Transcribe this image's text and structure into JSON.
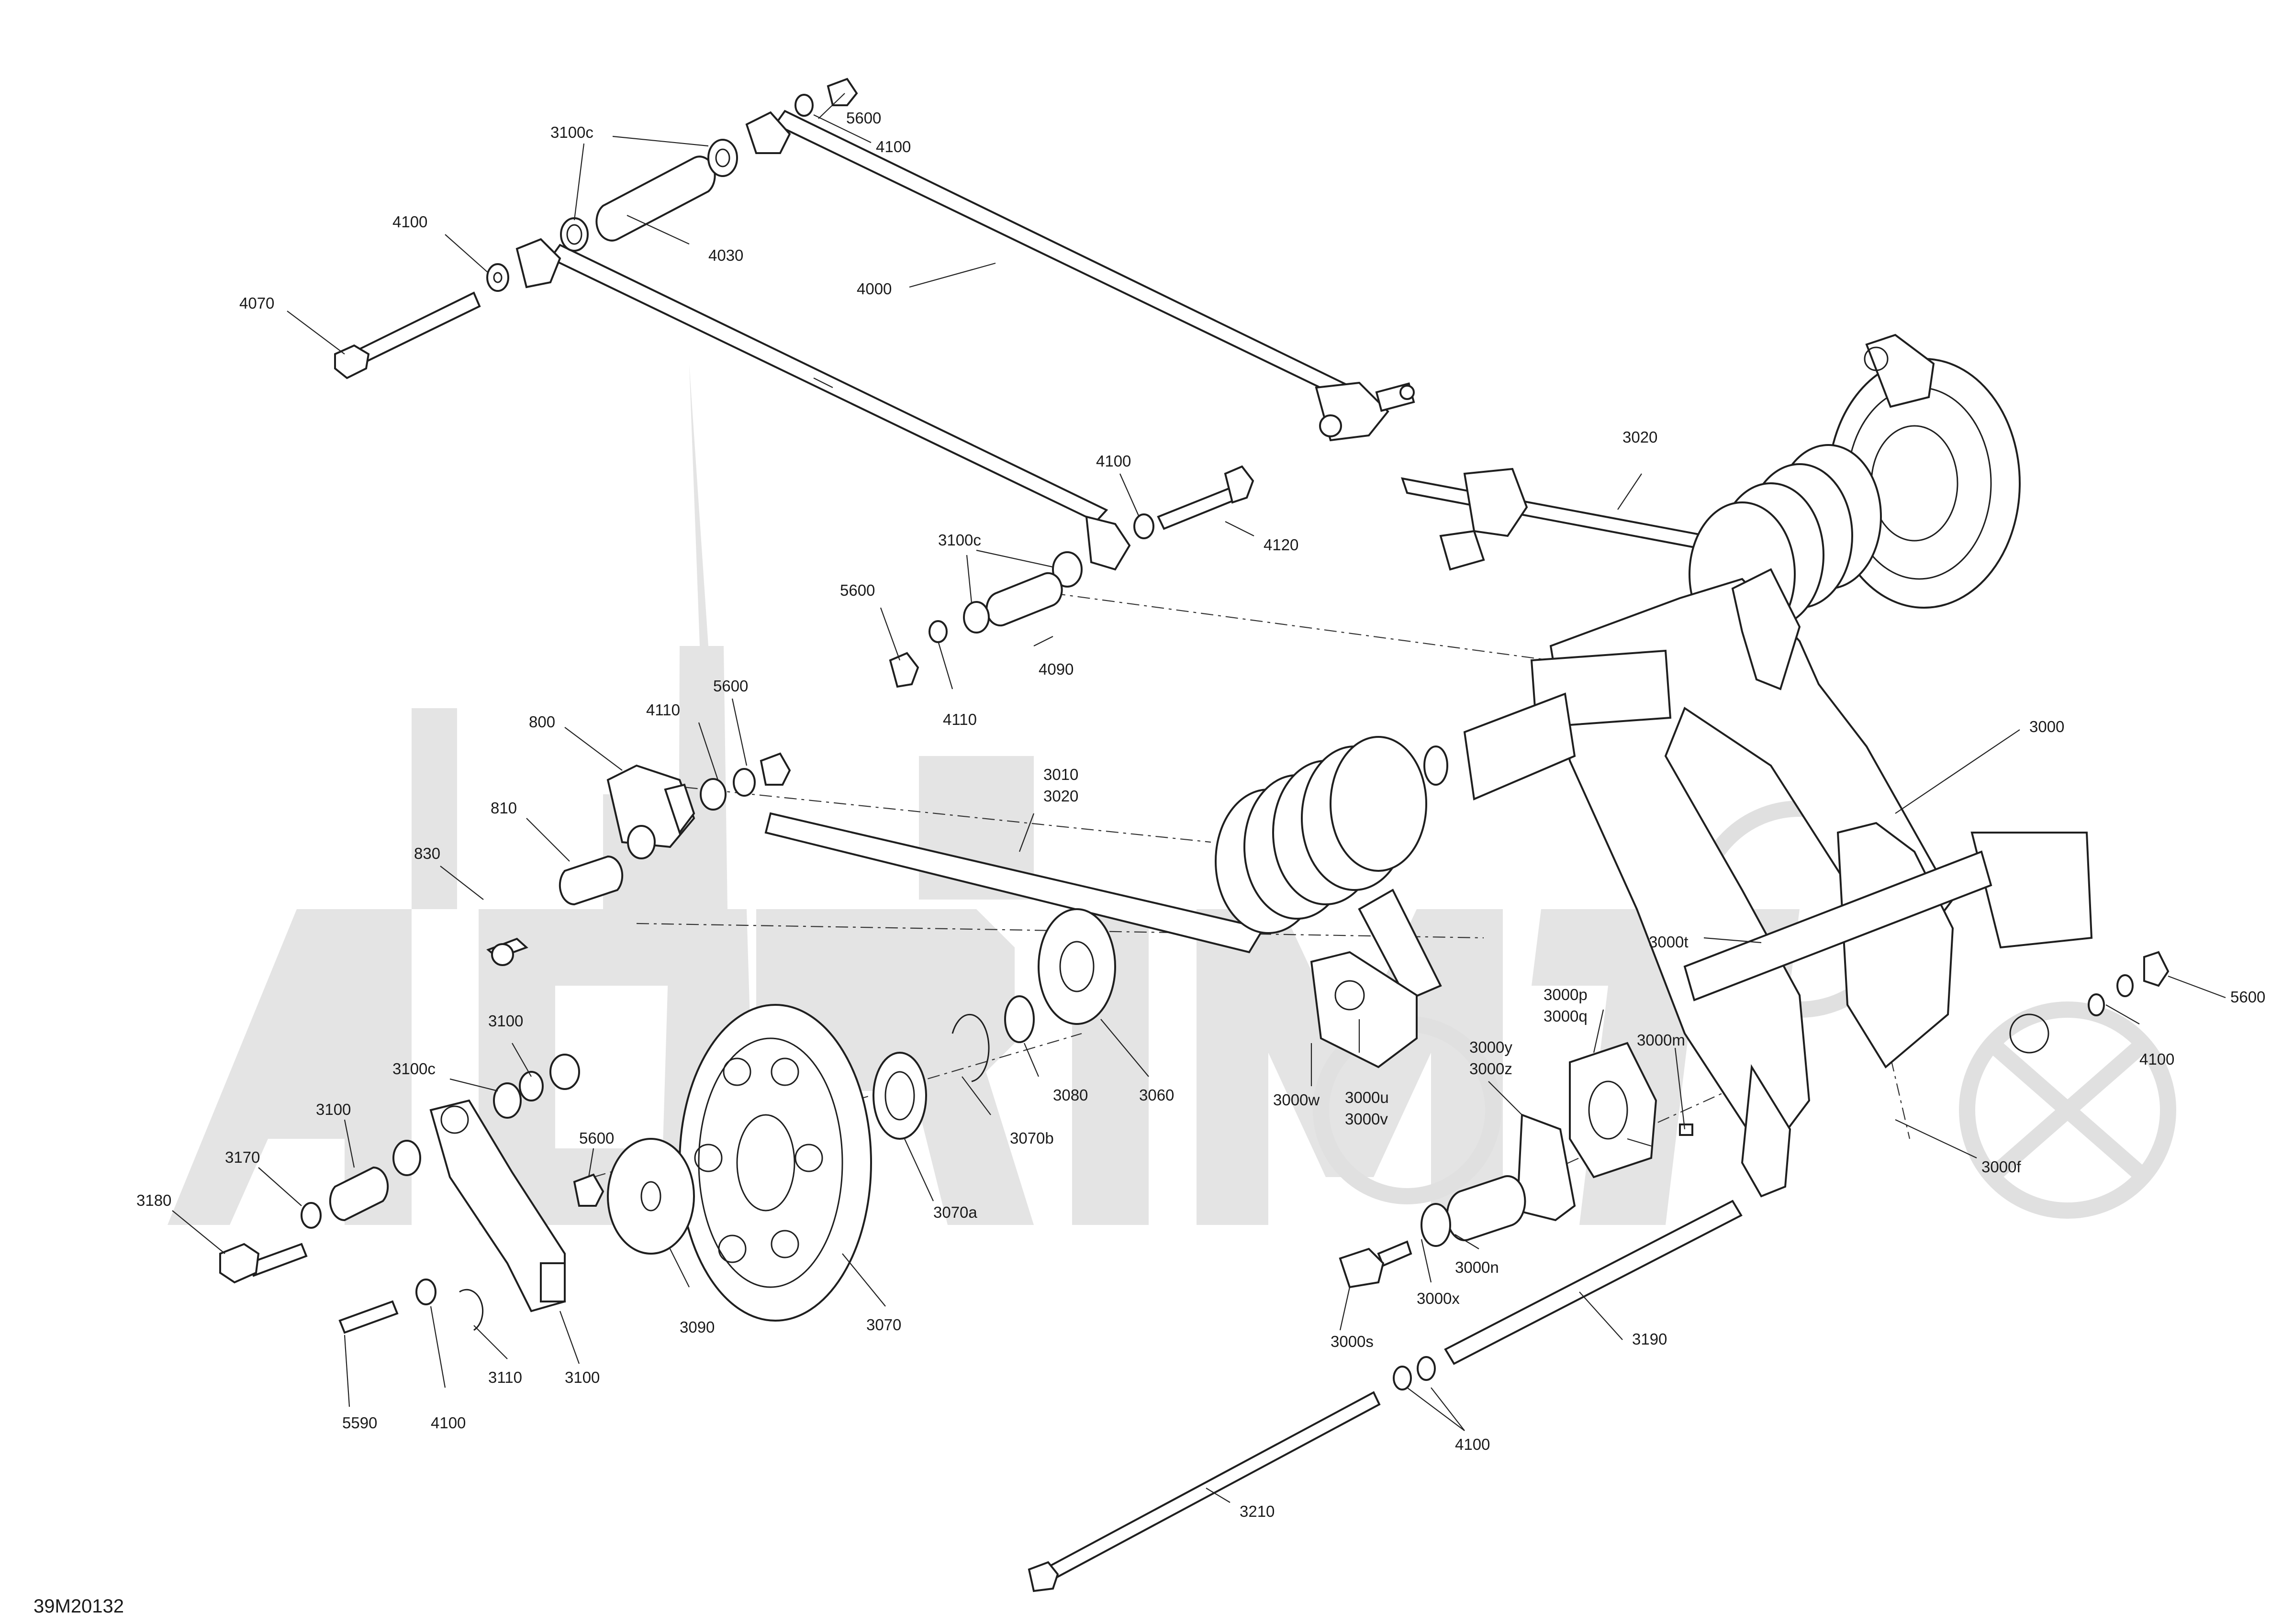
{
  "drawing": {
    "reference_code": "39M20132",
    "watermark_brand": "AGRIMOTO"
  },
  "callouts": {
    "c5600_top": "5600",
    "c4100_top": "4100",
    "c3100c_top": "3100c",
    "c4100_left": "4100",
    "c4030": "4030",
    "c4070": "4070",
    "c4000": "4000",
    "c4100_mid": "4100",
    "c4120": "4120",
    "c3100c_mid": "3100c",
    "c5600_mid": "5600",
    "c4090": "4090",
    "c4110_mid": "4110",
    "c3020_top": "3020",
    "c800": "800",
    "c4110_low": "4110",
    "c5600_low": "5600",
    "c810": "810",
    "c830": "830",
    "c3010": "3010",
    "c3020_low": "3020",
    "c3000": "3000",
    "c3000t": "3000t",
    "c3000p": "3000p",
    "c3000q": "3000q",
    "c3000m": "3000m",
    "c3000y": "3000y",
    "c3000z": "3000z",
    "c5600_right": "5600",
    "c4100_right": "4100",
    "c3100_a": "3100",
    "c3100c_low": "3100c",
    "c3100_b": "3100",
    "c3170": "3170",
    "c3180": "3180",
    "c5600_arm": "5600",
    "c3070a": "3070a",
    "c3070b": "3070b",
    "c3080": "3080",
    "c3060": "3060",
    "c3000w": "3000w",
    "c3000u": "3000u",
    "c3000v": "3000v",
    "c3000f": "3000f",
    "c3090": "3090",
    "c3070": "3070",
    "c3000n": "3000n",
    "c3000x": "3000x",
    "c3000s": "3000s",
    "c3190": "3190",
    "c5590": "5590",
    "c4100_bot": "4100",
    "c3110": "3110",
    "c3100_c": "3100",
    "c4100_base": "4100",
    "c3210": "3210"
  }
}
